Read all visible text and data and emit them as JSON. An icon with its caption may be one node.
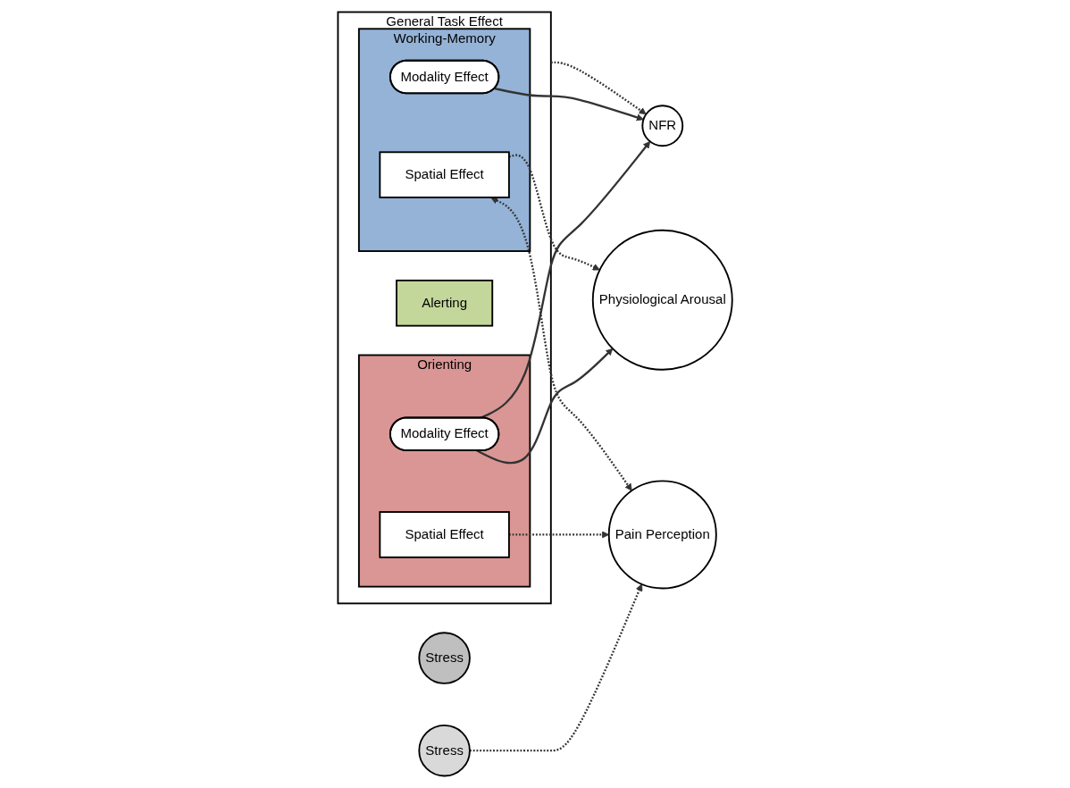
{
  "diagram": {
    "nodes": [
      {
        "text": [
          "General Task Effect"
        ]
      },
      {
        "text": [
          "Alerting"
        ],
        "in": 0
      },
      {
        "text": [
          "Orienting"
        ],
        "in": 0
      },
      {
        "text": [
          "Modality Effect"
        ],
        "in": 2
      },
      {
        "text": [
          "Spatial Effect"
        ],
        "in": 2
      },
      {
        "text": [
          "Working-Memory"
        ],
        "in": 0
      },
      {
        "text": [
          "Modality Effect"
        ],
        "in": 5
      },
      {
        "text": [
          "Spatial Effect"
        ],
        "in": 5
      },
      {
        "text": [
          "Stress"
        ]
      },
      {
        "text": [
          "Stress"
        ]
      },
      {
        "text": [
          "Pain Perception"
        ]
      },
      {
        "text": [
          "NFR"
        ]
      },
      {
        "text": [
          "Physiological Arousal"
        ]
      }
    ],
    "edges": [
      {
        "from": 8,
        "to": 10,
        "arrow": "to",
        "style": "dashed"
      },
      {
        "from": 0,
        "to": 11,
        "arrow": "to",
        "style": "dashed"
      },
      {
        "from": 4,
        "to": 10,
        "arrow": "to",
        "style": "dashed"
      },
      {
        "from": 7,
        "to": 10,
        "arrow": "both",
        "style": "dashed"
      },
      {
        "from": 3,
        "to": 11,
        "arrow": "to"
      },
      {
        "from": 3,
        "to": 12,
        "arrow": "to"
      },
      {
        "from": 6,
        "to": 11,
        "arrow": "to"
      },
      {
        "from": 7,
        "to": 12,
        "arrow": "to",
        "style": "dashed"
      }
    ]
  }
}
